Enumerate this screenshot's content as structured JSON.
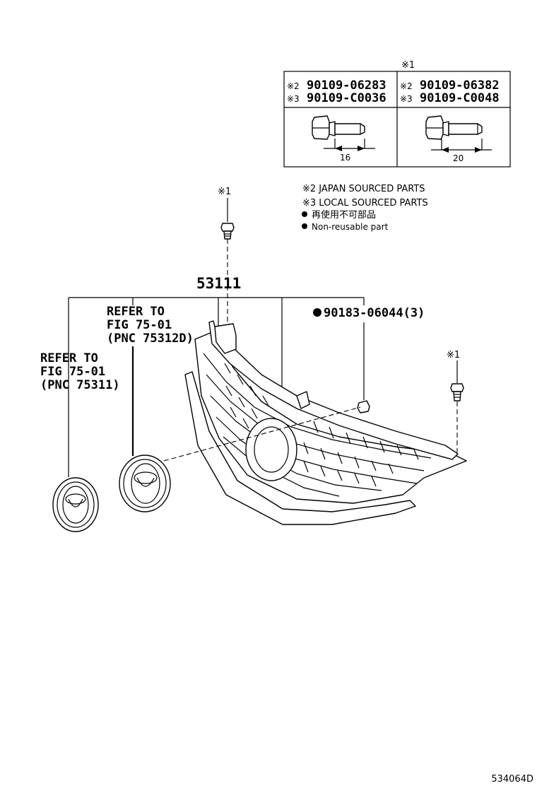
{
  "bolt_table": {
    "ref_mark": "※1",
    "columns": [
      {
        "code_a_mark": "※2",
        "code_a": "90109-06283",
        "code_b_mark": "※3",
        "code_b": "90109-C0036",
        "length": "16"
      },
      {
        "code_a_mark": "※2",
        "code_a": "90109-06382",
        "code_b_mark": "※3",
        "code_b": "90109-C0048",
        "length": "20"
      }
    ]
  },
  "legend": {
    "line1": "※2 JAPAN SOURCED PARTS",
    "line2": "※3 LOCAL SOURCED PARTS",
    "line3": "再使用不可部品",
    "line4": "Non-reusable part"
  },
  "callouts": {
    "bolt_mark_left": "※1",
    "bolt_mark_right": "※1",
    "grille_part": "53111",
    "clip_part": "90183-06044(3)",
    "ref_emblem_inner": [
      "REFER TO",
      "FIG 75-01",
      "(PNC 75312D)"
    ],
    "ref_emblem_outer": [
      "REFER TO",
      "FIG 75-01",
      "(PNC 75311)"
    ]
  },
  "figure_id": "534064D"
}
